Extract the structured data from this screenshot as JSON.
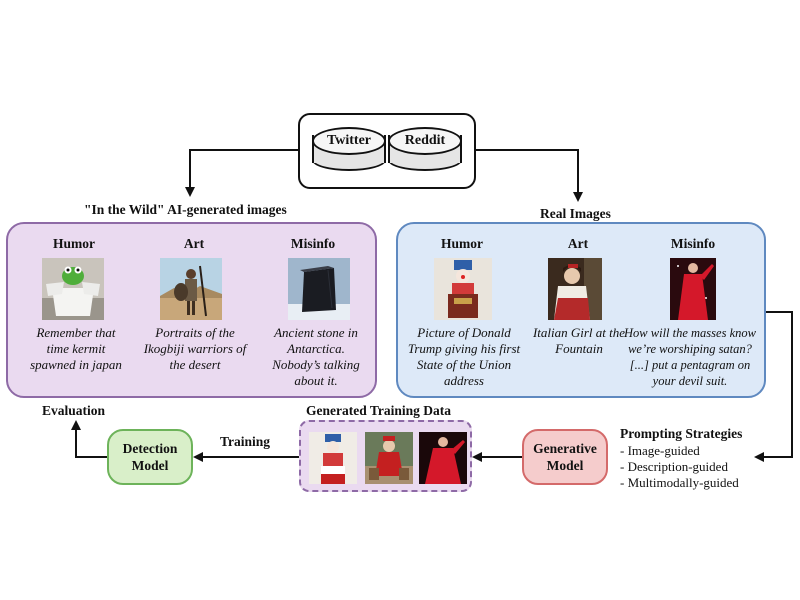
{
  "sources": {
    "twitter": "Twitter",
    "reddit": "Reddit"
  },
  "ai_panel": {
    "title": "\"In the Wild\" AI-generated images",
    "columns": [
      {
        "heading": "Humor",
        "caption": "Remember that\ntime kermit\nspawned in japan"
      },
      {
        "heading": "Art",
        "caption": "Portraits of the\nIkogbiji warriors of\nthe desert"
      },
      {
        "heading": "Misinfo",
        "caption": "Ancient stone in\nAntarctica.\nNobody’s talking\nabout it."
      }
    ]
  },
  "real_panel": {
    "title": "Real Images",
    "columns": [
      {
        "heading": "Humor",
        "caption": "Picture of Donald\nTrump giving his first\nState of the Union\naddress"
      },
      {
        "heading": "Art",
        "caption": "Italian Girl at the\nFountain"
      },
      {
        "heading": "Misinfo",
        "caption": "How will the masses know\nwe’re worshiping satan?\n[...] put a pentagram on\nyour devil suit."
      }
    ]
  },
  "pipeline": {
    "evaluation": "Evaluation",
    "detection_model": "Detection\nModel",
    "training": "Training",
    "generated_data_title": "Generated Training Data",
    "generative_model": "Generative\nModel",
    "prompting_title": "Prompting Strategies",
    "strategies": [
      "- Image-guided",
      "- Description-guided",
      "- Multimodally-guided"
    ]
  },
  "colors": {
    "ai_panel_fill": "#eadaf0",
    "ai_panel_border": "#8e6aa6",
    "real_panel_fill": "#dde9f8",
    "real_panel_border": "#5f89c0",
    "detection_fill": "#d9efc9",
    "detection_border": "#6db35a",
    "generative_fill": "#f5cccc",
    "generative_border": "#d46a6a"
  }
}
